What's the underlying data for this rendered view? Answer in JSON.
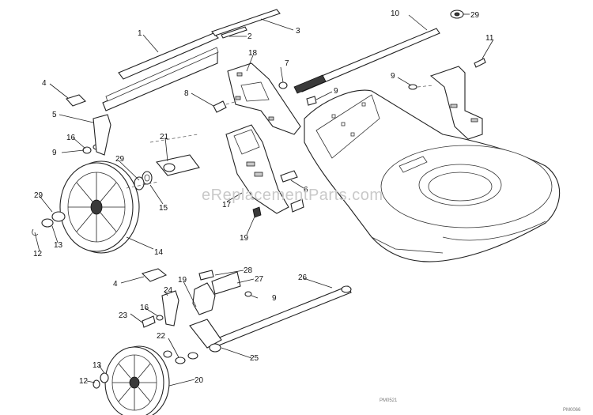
{
  "watermark": "eReplacementParts.com",
  "codes": {
    "center": "PM0521",
    "corner": "PM0066"
  },
  "callouts": [
    {
      "id": "c1",
      "text": "1"
    },
    {
      "id": "c2",
      "text": "2"
    },
    {
      "id": "c3",
      "text": "3"
    },
    {
      "id": "c4a",
      "text": "4"
    },
    {
      "id": "c5",
      "text": "5"
    },
    {
      "id": "c7",
      "text": "7"
    },
    {
      "id": "c8",
      "text": "8"
    },
    {
      "id": "c9a",
      "text": "9"
    },
    {
      "id": "c9b",
      "text": "9"
    },
    {
      "id": "c9c",
      "text": "9"
    },
    {
      "id": "c9d",
      "text": "9"
    },
    {
      "id": "c10",
      "text": "10"
    },
    {
      "id": "c11",
      "text": "11"
    },
    {
      "id": "c12a",
      "text": "12"
    },
    {
      "id": "c13a",
      "text": "13"
    },
    {
      "id": "c14",
      "text": "14"
    },
    {
      "id": "c15",
      "text": "15"
    },
    {
      "id": "c16a",
      "text": "16"
    },
    {
      "id": "c17",
      "text": "17"
    },
    {
      "id": "c18",
      "text": "18"
    },
    {
      "id": "c19a",
      "text": "19"
    },
    {
      "id": "c21",
      "text": "21"
    },
    {
      "id": "c29a",
      "text": "29"
    },
    {
      "id": "c29b",
      "text": "29"
    },
    {
      "id": "c29c",
      "text": "29"
    },
    {
      "id": "c6",
      "text": "6"
    },
    {
      "id": "c4b",
      "text": "4"
    },
    {
      "id": "c19b",
      "text": "19"
    },
    {
      "id": "c24",
      "text": "24"
    },
    {
      "id": "c28",
      "text": "28"
    },
    {
      "id": "c27",
      "text": "27"
    },
    {
      "id": "c26",
      "text": "26"
    },
    {
      "id": "c16b",
      "text": "16"
    },
    {
      "id": "c23",
      "text": "23"
    },
    {
      "id": "c22",
      "text": "22"
    },
    {
      "id": "c25",
      "text": "25"
    },
    {
      "id": "c13b",
      "text": "13"
    },
    {
      "id": "c12b",
      "text": "12"
    },
    {
      "id": "c20",
      "text": "20"
    }
  ]
}
